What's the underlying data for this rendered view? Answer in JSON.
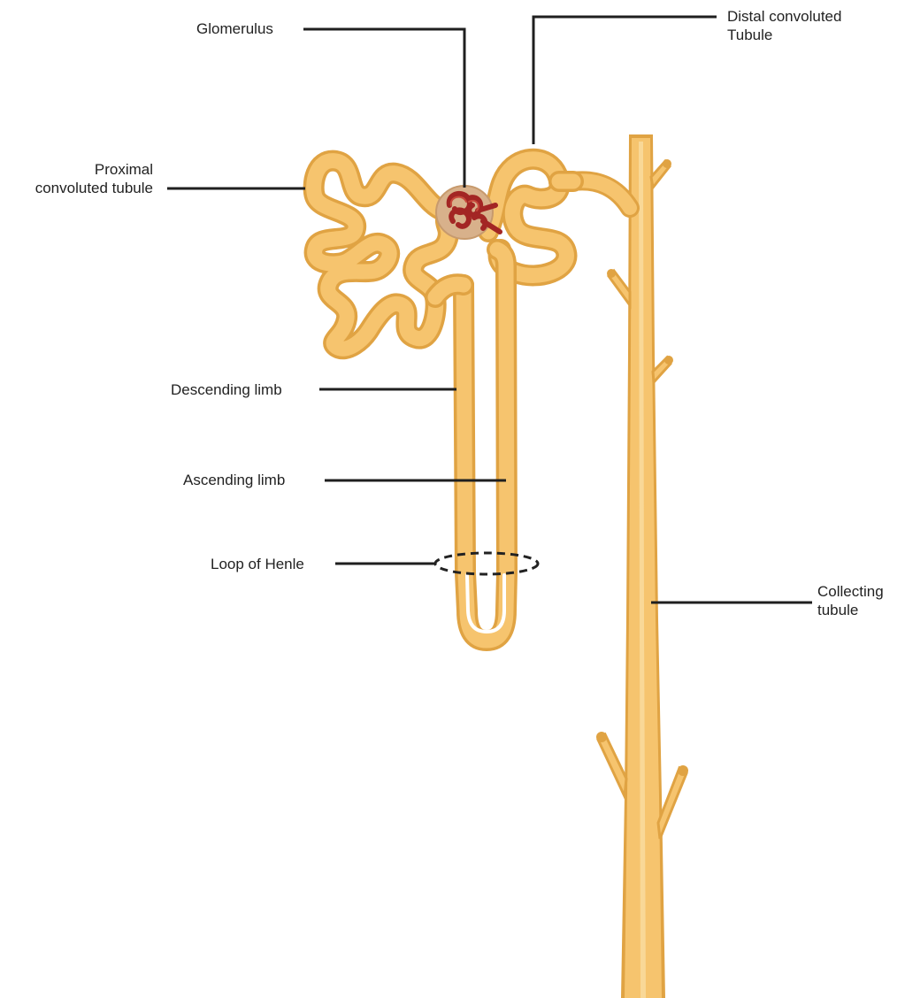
{
  "labels": {
    "glomerulus": "Glomerulus",
    "distal": [
      "Distal convoluted",
      "Tubule"
    ],
    "proximal": [
      "Proximal",
      "convoluted tubule"
    ],
    "descending": "Descending limb",
    "ascending": "Ascending limb",
    "loop": "Loop of Henle",
    "collecting": [
      "Collecting",
      "tubule"
    ]
  },
  "colors": {
    "tubule_outline": "#e0a343",
    "tubule_fill": "#f6c46e",
    "tubule_highlight": "#fbe1a8",
    "glomerulus_capsule": "#d8b18b",
    "glomerulus_vessel": "#a32624",
    "leader_line": "#1f1f1f"
  }
}
